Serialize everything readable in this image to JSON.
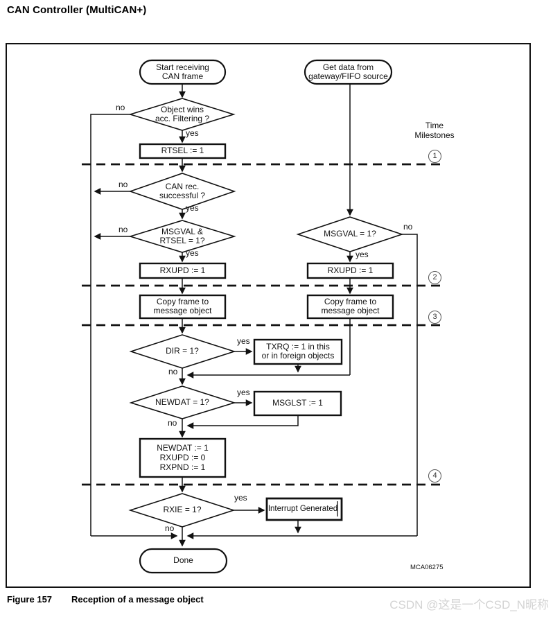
{
  "header": {
    "title": "CAN Controller (MultiCAN+)"
  },
  "flowchart": {
    "nodes": {
      "start": "Start receiving\nCAN frame",
      "gateway": "Get data from\ngateway/FIFO source",
      "acc_filtering": "Object wins\nacc. Filtering ?",
      "rtsel": "RTSEL := 1",
      "can_rec": "CAN rec.\nsuccessful ?",
      "msgval_rtsel": "MSGVAL &\nRTSEL = 1?",
      "rxupd_left": "RXUPD := 1",
      "msgval": "MSGVAL = 1?",
      "rxupd_right": "RXUPD := 1",
      "copy_left": "Copy frame to\nmessage object",
      "copy_right": "Copy frame to\nmessage object",
      "dir": "DIR = 1?",
      "txrq": "TXRQ := 1 in this\nor in foreign objects",
      "newdat_q": "NEWDAT = 1?",
      "msglst": "MSGLST := 1",
      "newdat_set": "NEWDAT := 1\nRXUPD := 0\nRXPND := 1",
      "rxie": "RXIE = 1?",
      "interrupt": "Interrupt Generated",
      "done": "Done"
    },
    "labels": {
      "yes": "yes",
      "no": "no"
    },
    "milestones_title": "Time\nMilestones",
    "milestones": [
      "1",
      "2",
      "3",
      "4"
    ],
    "diagram_code": "MCA06275"
  },
  "caption": {
    "label": "Figure 157",
    "text": "Reception of a message object"
  },
  "watermark": "CSDN @这是一个CSD_N昵称"
}
